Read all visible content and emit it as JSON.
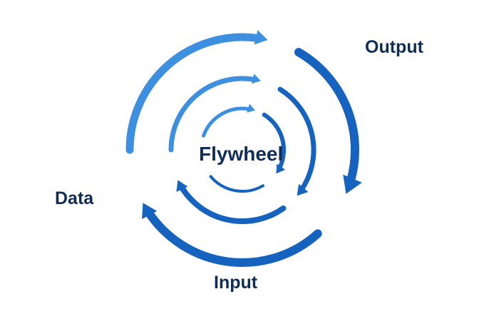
{
  "diagram": {
    "title": "Flywheel",
    "labels": {
      "output": "Output",
      "data": "Data",
      "input": "Input",
      "center": "Flywheel"
    },
    "colors": {
      "light_blue": "#3d8fe0",
      "dark_blue": "#1662bf",
      "text": "#0f2d57",
      "background": "#ffffff"
    },
    "rings": [
      {
        "name": "outer",
        "direction": "clockwise",
        "arrow_count": 3
      },
      {
        "name": "middle",
        "direction": "clockwise",
        "arrow_count": 3
      },
      {
        "name": "inner",
        "direction": "clockwise",
        "arrow_count": 2
      }
    ]
  }
}
